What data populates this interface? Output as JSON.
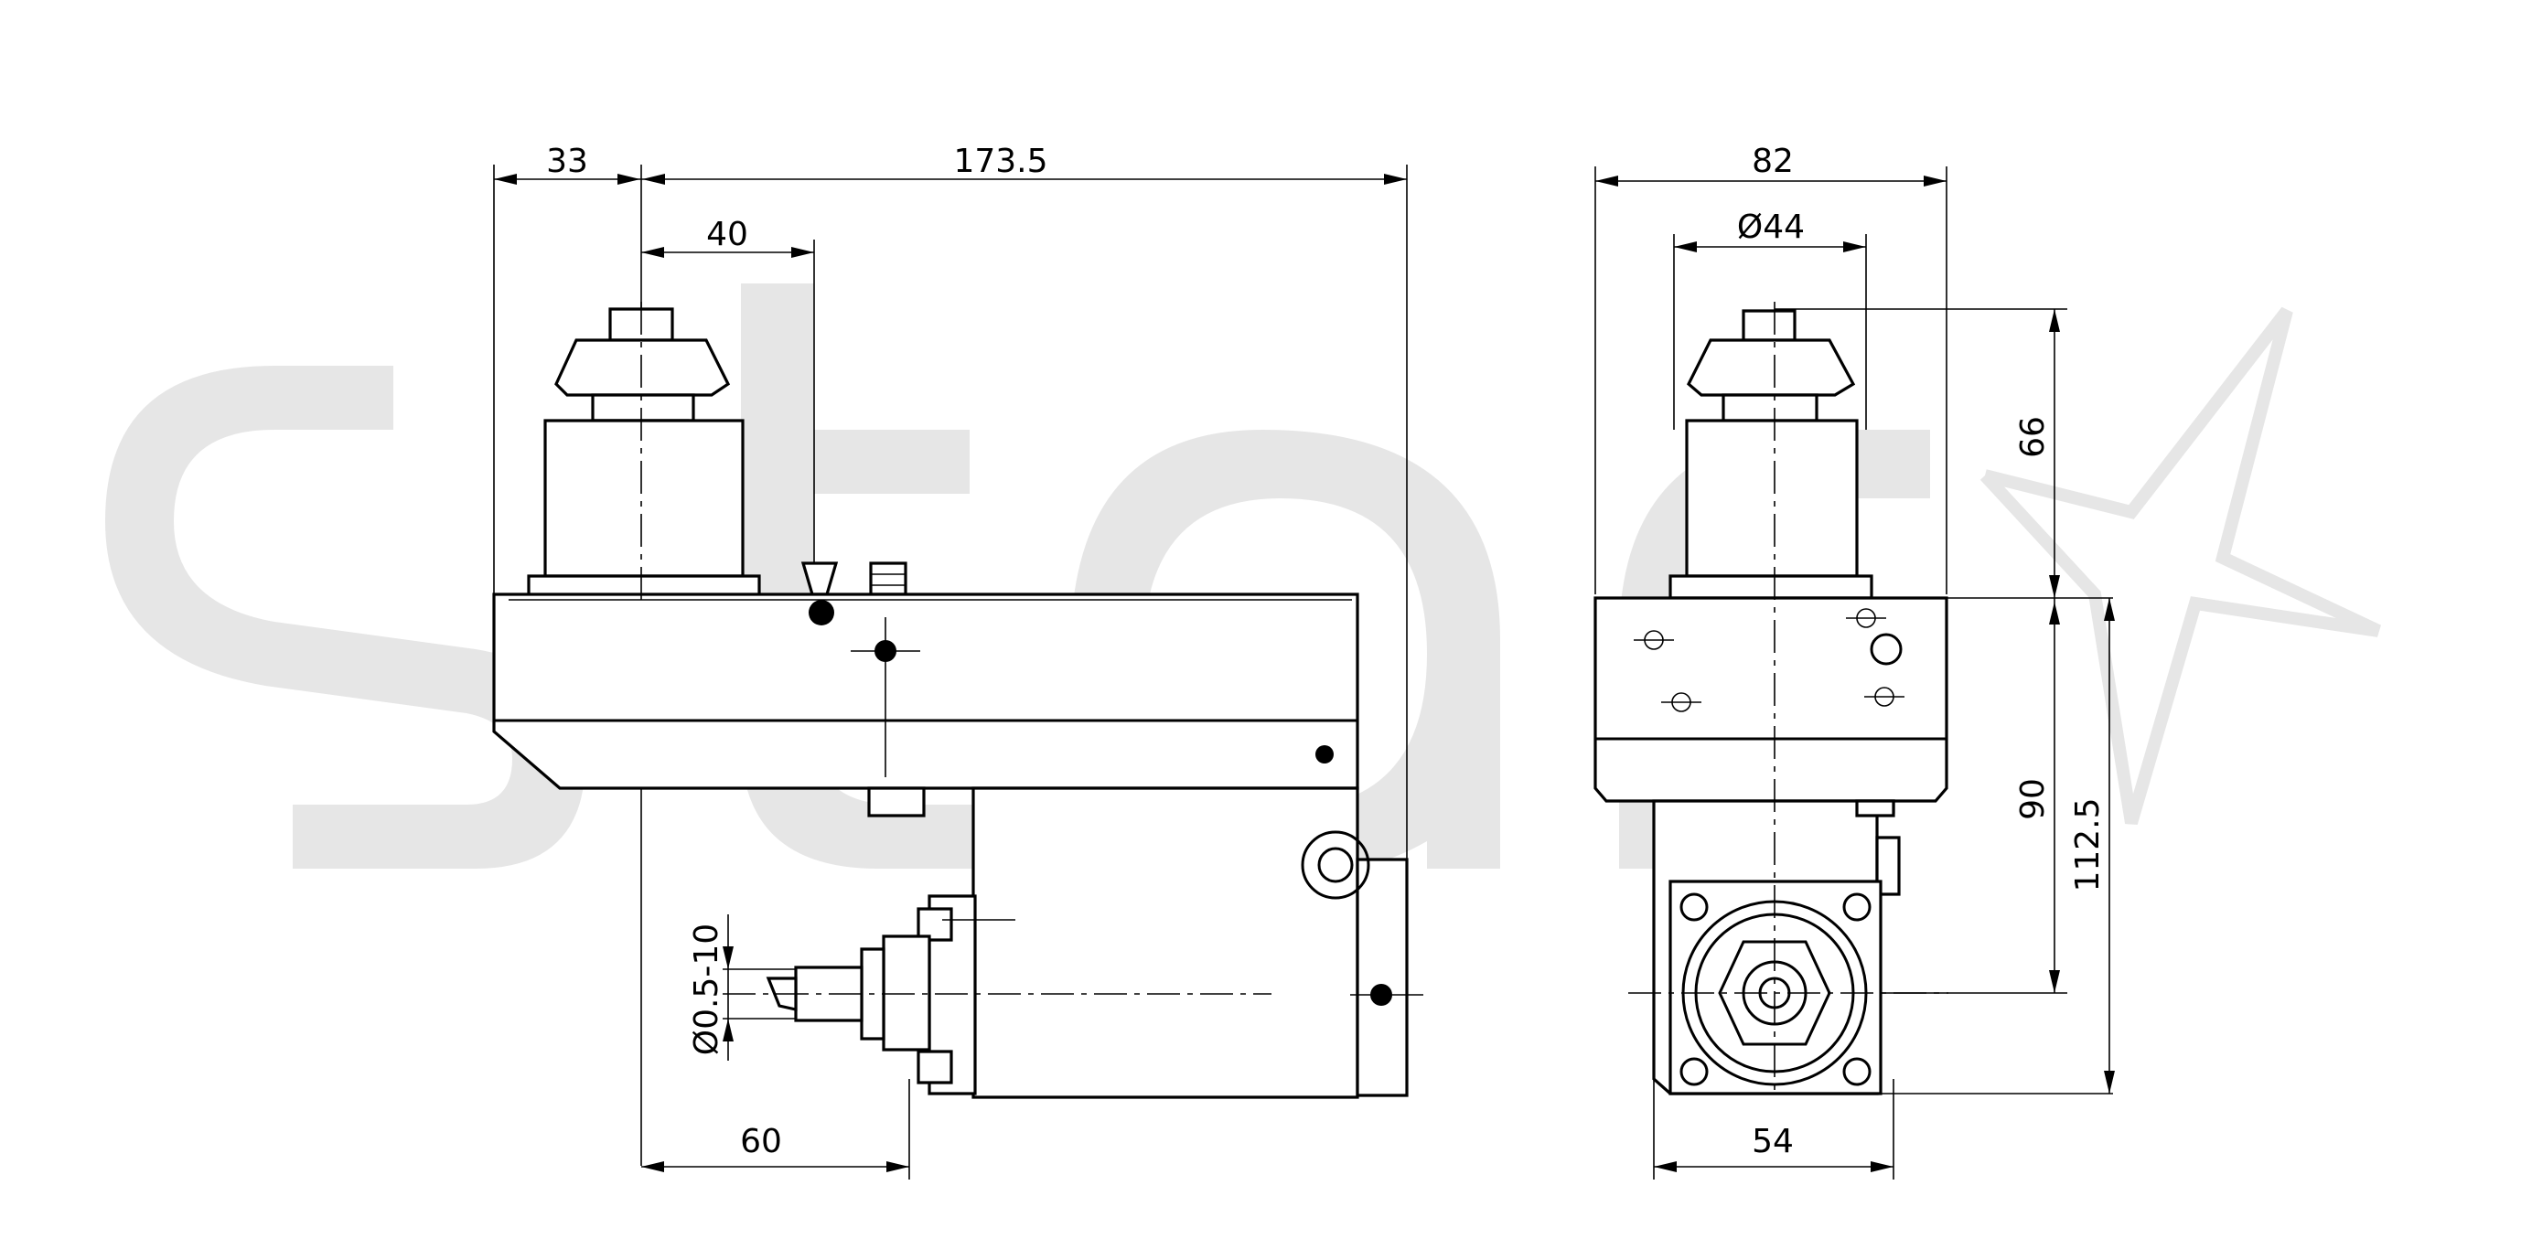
{
  "watermark": {
    "text": "star",
    "color": "#e6e6e6"
  },
  "dimensions": {
    "side_offset": "33",
    "side_length": "173.5",
    "side_top_offset": "40",
    "side_bottom_offset": "60",
    "collet_range": "Ø0.5-10",
    "front_width": "82",
    "front_diameter": "Ø44",
    "front_height_top": "66",
    "front_height_90": "90",
    "front_height_total": "112.5",
    "front_bottom_width": "54"
  },
  "colors": {
    "line": "#000000",
    "background": "#ffffff"
  }
}
